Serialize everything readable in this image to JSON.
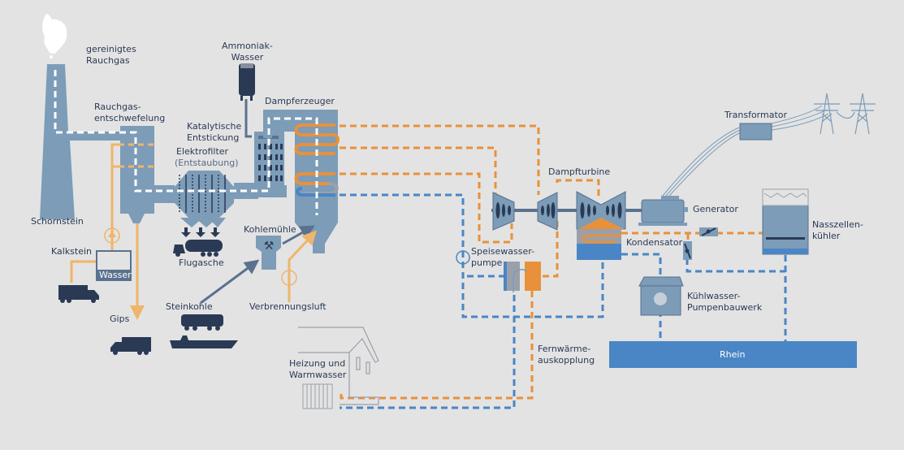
{
  "title": "Kohlekraftwerk Schema",
  "colors": {
    "background": "#e3e3e3",
    "equipment": "#7c9cb8",
    "equipment_dark": "#2a3a55",
    "steam_orange": "#e8913a",
    "water_blue": "#4a86c5",
    "supply_light_orange": "#efb56a",
    "flue_gas_white": "#ffffff",
    "coal_arrow": "#5a718f",
    "river": "#4a86c5"
  },
  "labels": {
    "smoke": "gereinigtes\nRauchgas",
    "chimney": "Schornstein",
    "desulfurization": "Rauchgas-\nentschwefelung",
    "ammonia": "Ammoniak-\nWasser",
    "catalytic": "Katalytische\nEntstickung",
    "electrofilter": "Elektrofilter",
    "electrofilter_sub": "(Entstaubung)",
    "steam_generator": "Dampferzeuger",
    "limestone": "Kalkstein",
    "water": "Wasser",
    "gypsum": "Gips",
    "fly_ash": "Flugasche",
    "coal_mill": "Kohlemühle",
    "hard_coal": "Steinkohle",
    "combustion_air": "Verbrennungsluft",
    "steam_turbine": "Dampfturbine",
    "generator": "Generator",
    "transformer": "Transformator",
    "condenser": "Kondensator",
    "feedwater_pump": "Speisewasser-\npumpe",
    "cooling_pump": "Kühlwasser-\nPumpenbauwerk",
    "wet_cooler": "Nasszellen-\nkühler",
    "district_heating": "Fernwärme-\nauskopplung",
    "heating": "Heizung und\nWarmwasser",
    "river": "Rhein"
  },
  "icons": [
    "smoke-cloud-icon",
    "truck-icon",
    "tanker-truck-icon",
    "train-wagon-icon",
    "ship-icon",
    "hammer-pick-icon",
    "pump-icon",
    "power-pylon-icon",
    "radiator-icon",
    "house-icon",
    "valve-icon"
  ]
}
